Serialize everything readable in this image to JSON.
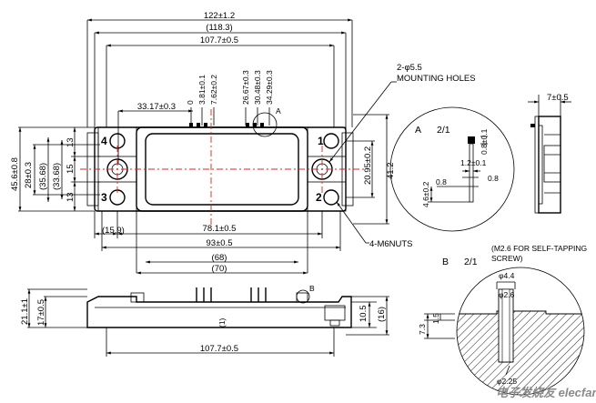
{
  "dims_top": {
    "overall": "122±1.2",
    "overall_ref": "(118.3)",
    "inner": "107.7±0.5",
    "d33": "33.17±0.3",
    "d0": "0",
    "d381": "3.81±0.1",
    "d762": "7.62±0.2",
    "d2667": "26.67±0.3",
    "d3048": "30.48±0.3",
    "d3429": "34.29±0.3"
  },
  "mounting_label": "2-φ5.5",
  "mounting_label2": "MOUNTING HOLES",
  "nuts_label": "4-M6NUTS",
  "dims_left": {
    "h456": "45.6±0.8",
    "h28": "28±0.3",
    "h3568a": "(35.68)",
    "h3368": "(33.68)",
    "h13a": "13",
    "h15": "15",
    "h13b": "13"
  },
  "dims_right": {
    "d2095": "20.95±0.2",
    "d412": "41.2"
  },
  "dims_bottom": {
    "b159": "(15.9)",
    "b781": "78.1±0.5",
    "b93": "93±0.5",
    "b68": "(68)",
    "b70": "(70)"
  },
  "pins": [
    "1",
    "2",
    "3",
    "4"
  ],
  "side_view": {
    "d7": "7±0.5"
  },
  "detail_a": {
    "label": "A",
    "scale": "2/1",
    "d08a": "0.8±0.1",
    "d12": "1.2±0.1",
    "d08b": "0.8",
    "d08c": "0.8",
    "d46": "4.6±0.2",
    "marker": "A"
  },
  "front_view": {
    "h211": "21.1±1",
    "h17": "17±0.5",
    "one": "(1)",
    "h105": "10.5",
    "h16": "(16)",
    "w1077": "107.7±0.5",
    "marker": "B"
  },
  "detail_b": {
    "note1": "(M2.6 FOR SELF-TAPPING",
    "note2": "SCREW)",
    "label": "B",
    "scale": "2/1",
    "d44": "φ4.4",
    "d26": "φ2.6",
    "d225": "φ2.25",
    "h73": "7.3",
    "h15": "1.5"
  },
  "watermark": "电子发烧友 elecfans.com"
}
